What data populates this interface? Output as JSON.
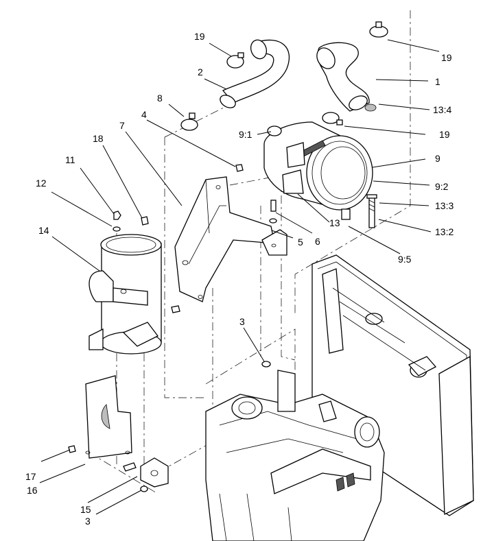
{
  "callouts": {
    "c19a": "19",
    "c19b": "19",
    "c19c": "19",
    "c1": "1",
    "c2": "2",
    "c8": "8",
    "c4": "4",
    "c7": "7",
    "c18": "18",
    "c11": "11",
    "c12": "12",
    "c14": "14",
    "c9_1": "9:1",
    "c9": "9",
    "c9_2": "9:2",
    "c13_4": "13:4",
    "c13_3": "13:3",
    "c13_2": "13:2",
    "c13": "13",
    "c6": "6",
    "c5": "5",
    "c9_5": "9:5",
    "c3a": "3",
    "c3b": "3",
    "c17": "17",
    "c16": "16",
    "c15": "15"
  }
}
